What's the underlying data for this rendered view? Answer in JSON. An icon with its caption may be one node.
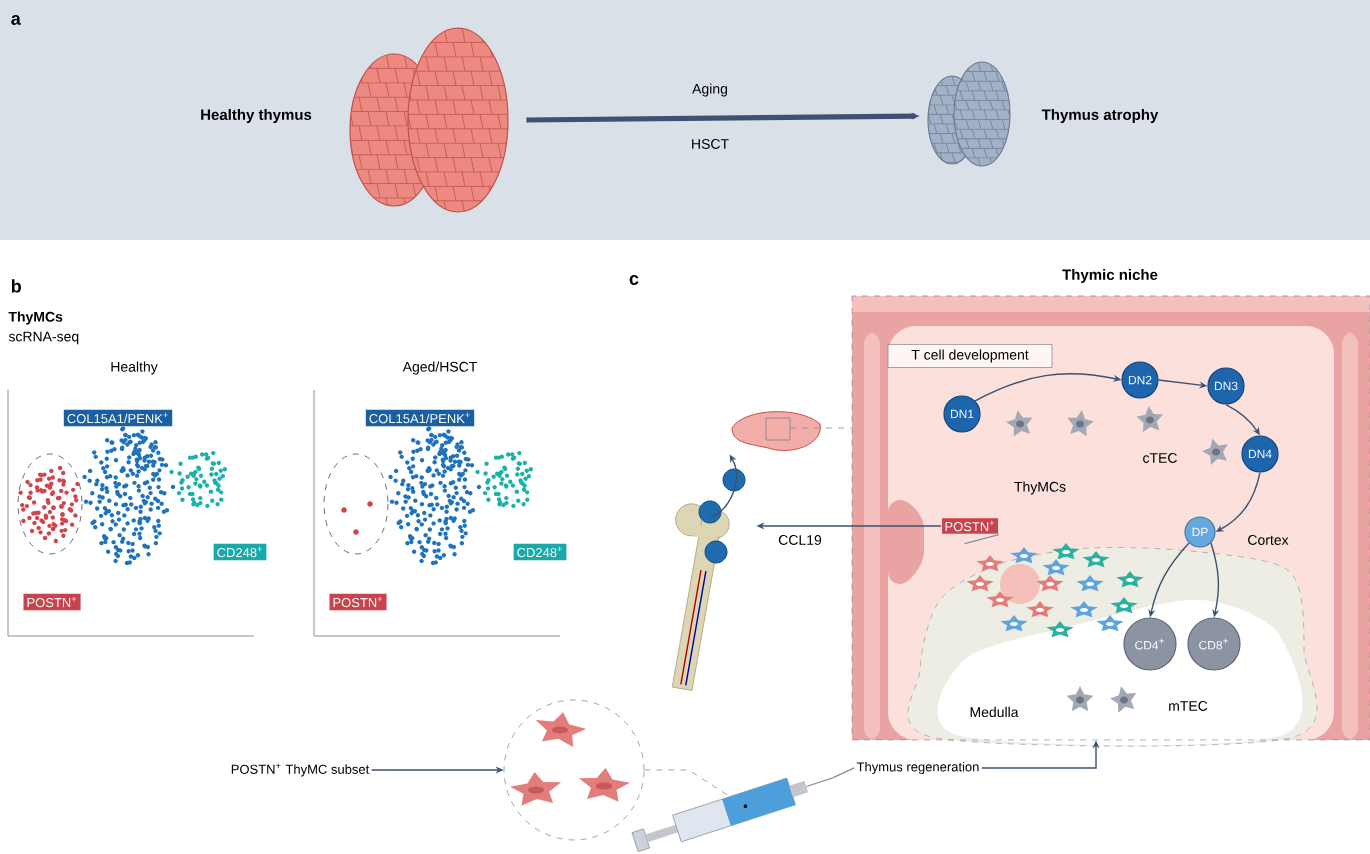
{
  "diagram": {
    "nodes": [
      {
        "text": [],
        "shape": "picture",
        "beside": [
          "Healthy thymus"
        ]
      },
      {
        "text": [],
        "shape": "picture",
        "beside": [
          "Thymus atrophy"
        ]
      },
      {
        "text": [],
        "shape": "picture"
      },
      {
        "text": [],
        "shape": "picture"
      },
      {
        "text": [
          "Thymic niche"
        ]
      },
      {
        "text": [
          "T cell development"
        ],
        "in": 4
      },
      {
        "text": [
          "DN1"
        ],
        "in": 4
      },
      {
        "text": [
          "DN2"
        ],
        "in": 4
      },
      {
        "text": [
          "DN3"
        ],
        "in": 4
      },
      {
        "text": [
          "DN4"
        ],
        "in": 4
      },
      {
        "text": [
          "DP"
        ],
        "in": 4
      },
      {
        "text": [
          "CD4$^{+}$"
        ],
        "in": 4
      },
      {
        "text": [
          "CD8$^{+}$"
        ],
        "in": 4
      },
      {
        "text": [
          "POSTN$^{+}$"
        ],
        "in": 4
      },
      {
        "text": [],
        "shape": "picture",
        "in": 4
      },
      {
        "text": [
          "POSTN$^{+}$ ThyMC subset"
        ]
      },
      {
        "text": [],
        "shape": "picture"
      },
      {
        "text": [],
        "shape": "picture"
      },
      {
        "text": [
          "Thymus regeneration"
        ]
      }
    ],
    "edges": [
      {
        "from": 0,
        "to": 1,
        "arrow": "to",
        "label": "Aging",
        "style": "thick"
      },
      {
        "from": 3,
        "to": 2,
        "arrow": "to"
      },
      {
        "from": 2,
        "to": 4,
        "arrow": "none",
        "style": "dashed"
      },
      {
        "from": 13,
        "to": 3,
        "arrow": "to",
        "label": "CCL19"
      },
      {
        "from": 6,
        "to": 7,
        "arrow": "to"
      },
      {
        "from": 7,
        "to": 8,
        "arrow": "to"
      },
      {
        "from": 8,
        "to": 9,
        "arrow": "to"
      },
      {
        "from": 9,
        "to": 10,
        "arrow": "to"
      },
      {
        "from": 10,
        "to": 11,
        "arrow": "to"
      },
      {
        "from": 10,
        "to": 12,
        "arrow": "to"
      },
      {
        "from": 13,
        "to": 14,
        "arrow": "none"
      },
      {
        "from": 15,
        "to": 16,
        "arrow": "to"
      },
      {
        "from": 16,
        "to": 17,
        "arrow": "none",
        "style": "dashed"
      },
      {
        "from": 17,
        "to": 18,
        "arrow": "none"
      },
      {
        "from": 18,
        "to": 4,
        "arrow": "to"
      }
    ],
    "labels": [
      "a",
      "HSCT",
      "b",
      "ThyMCs",
      "scRNA-seq",
      "Healthy",
      "Aged/HSCT",
      "COL15A1/PENK$^{+}$",
      "COL15A1/PENK$^{+}$",
      "CD248$^{+}$",
      "CD248$^{+}$",
      "POSTN$^{+}$",
      "POSTN$^{+}$",
      "c",
      "cTEC",
      "ThyMCs",
      "Cortex",
      "Medulla",
      "mTEC"
    ]
  }
}
